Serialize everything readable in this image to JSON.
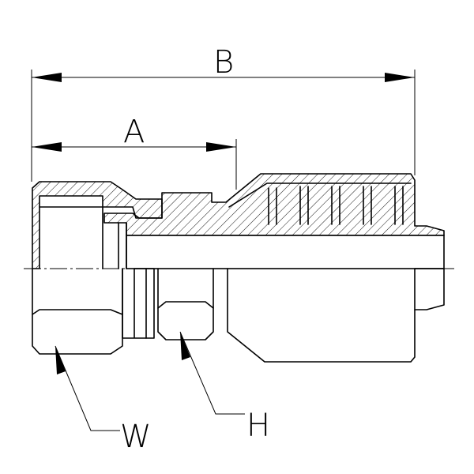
{
  "labels": {
    "dim_a": "A",
    "dim_b": "B",
    "callout_w": "W",
    "callout_h": "H"
  },
  "colors": {
    "line": "#000000",
    "background": "#ffffff"
  }
}
